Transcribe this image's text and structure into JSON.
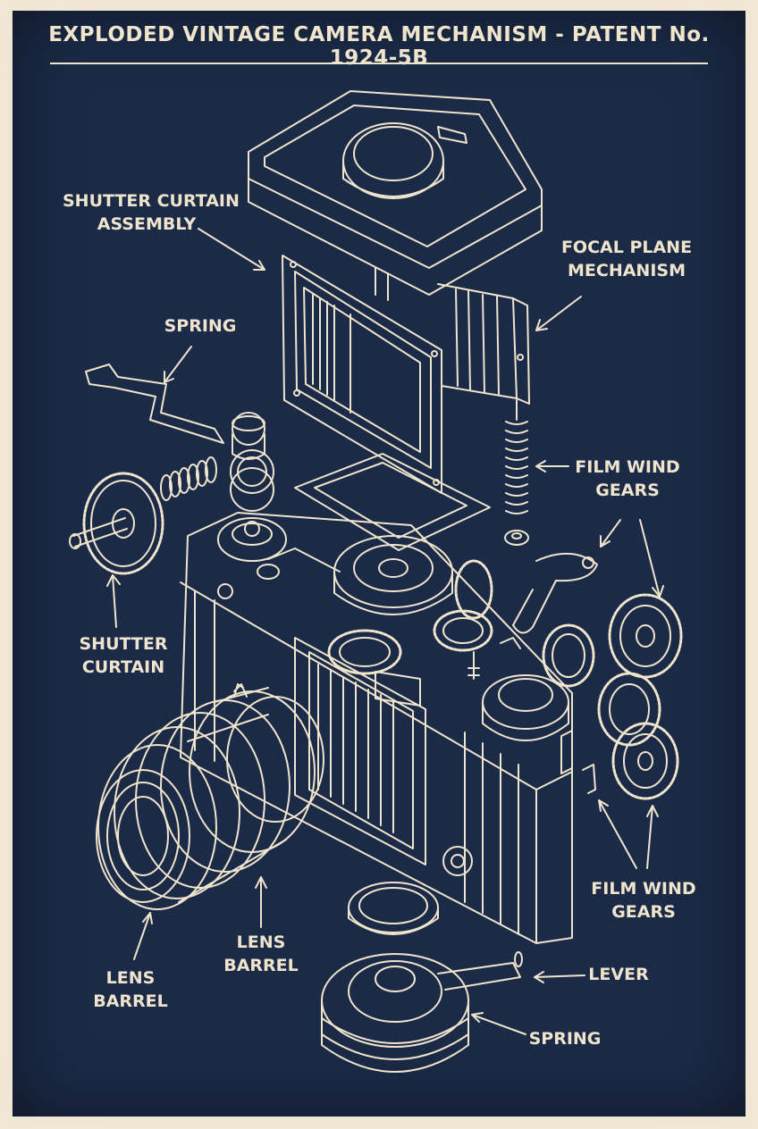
{
  "title": "EXPLODED VINTAGE CAMERA MECHANISM - PATENT No. 1924-5B",
  "labels": {
    "shutter_curtain_assembly": [
      "SHUTTER CURTAIN",
      "ASSEMBLY"
    ],
    "focal_plane_mechanism": [
      "FOCAL PLANE",
      "MECHANISM"
    ],
    "spring_top": "SPRING",
    "film_wind_gears_top": [
      "FILM WIND",
      "GEARS"
    ],
    "shutter_curtain": [
      "SHUTTER",
      "CURTAIN"
    ],
    "film_wind_gears_bottom": [
      "FILM WIND",
      "GEARS"
    ],
    "lens_barrel_center": [
      "LENS",
      "BARREL"
    ],
    "lens_barrel_left": [
      "LENS",
      "BARREL"
    ],
    "lever": "LEVER",
    "spring_bottom": "SPRING"
  },
  "colors": {
    "paper": "#efe6d4",
    "blueprint": "#1b2a47",
    "ink": "#efe4cc"
  }
}
